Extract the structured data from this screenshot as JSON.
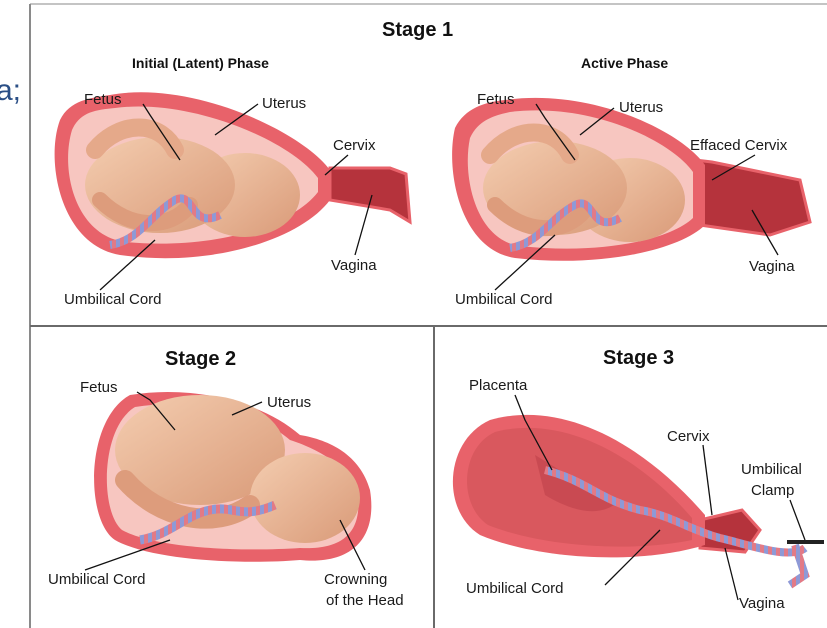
{
  "fragment_text": "a;",
  "stage1": {
    "title": "Stage 1",
    "latent": {
      "phase": "Initial (Latent) Phase",
      "fetus": "Fetus",
      "uterus": "Uterus",
      "cervix": "Cervix",
      "vagina": "Vagina",
      "cord": "Umbilical Cord"
    },
    "active": {
      "phase": "Active Phase",
      "fetus": "Fetus",
      "uterus": "Uterus",
      "cervix": "Effaced Cervix",
      "vagina": "Vagina",
      "cord": "Umbilical Cord"
    }
  },
  "stage2": {
    "title": "Stage 2",
    "fetus": "Fetus",
    "uterus": "Uterus",
    "cord": "Umbilical Cord",
    "crowning_line1": "Crowning",
    "crowning_line2": "of the Head"
  },
  "stage3": {
    "title": "Stage 3",
    "placenta": "Placenta",
    "cervix": "Cervix",
    "clamp_line1": "Umbilical",
    "clamp_line2": "Clamp",
    "cord": "Umbilical Cord",
    "vagina": "Vagina"
  },
  "colors": {
    "uterus_wall": "#e8626a",
    "uterus_inner": "#f3a4a4",
    "fetus_skin": "#e8b08e",
    "cord_blue": "#7a86c8",
    "cavity": "#d9585e",
    "vagina": "#b5333c"
  }
}
